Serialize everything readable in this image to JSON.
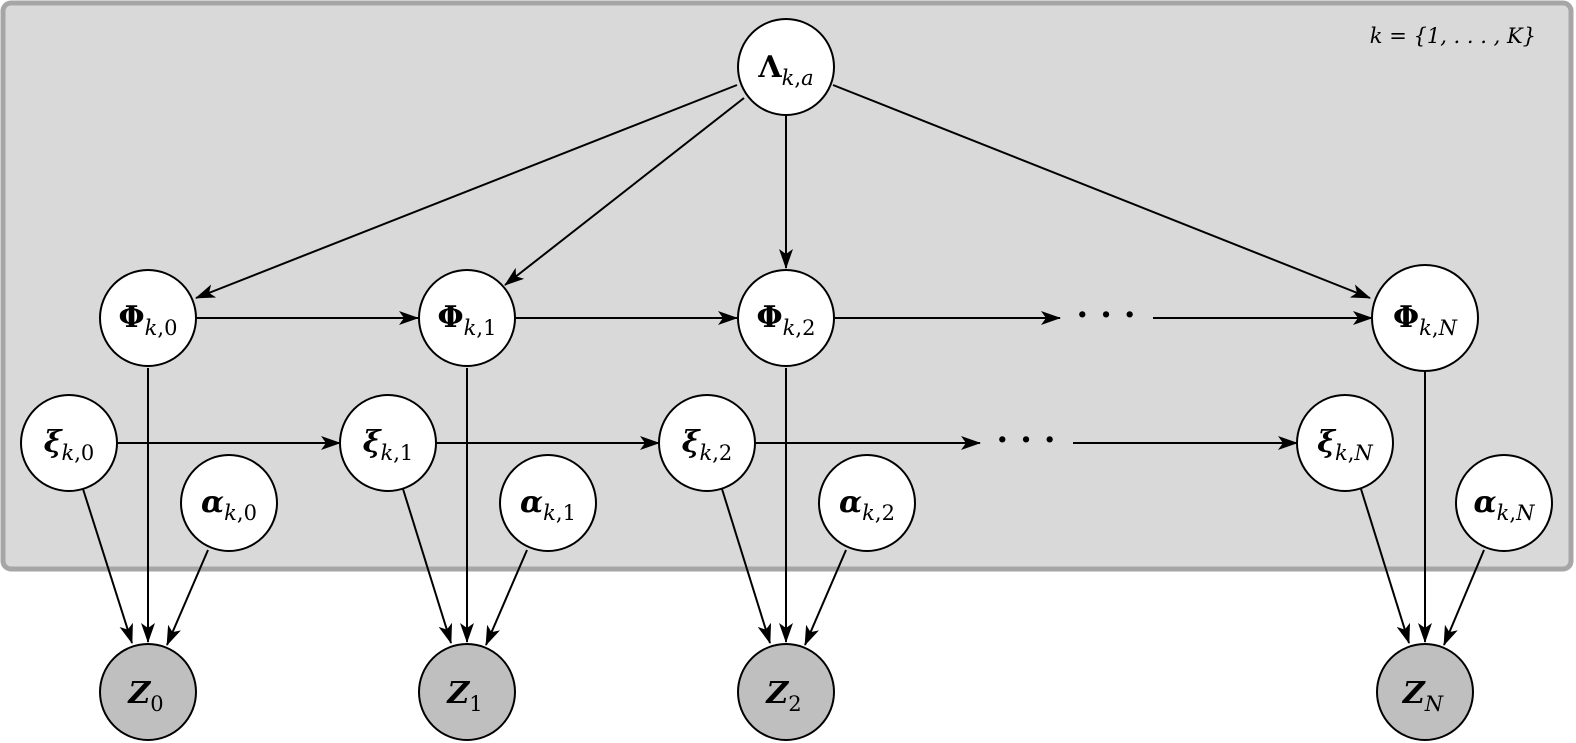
{
  "plate": {
    "label": "k = {1, . . . , K}"
  },
  "nodes": {
    "lambda": {
      "sym": "Λ",
      "sub1": "k",
      "sub2": ",",
      "sub3": "a"
    },
    "phi0": {
      "sym": "Φ",
      "sub1": "k",
      "sub2": ",",
      "sub3": "0"
    },
    "phi1": {
      "sym": "Φ",
      "sub1": "k",
      "sub2": ",",
      "sub3": "1"
    },
    "phi2": {
      "sym": "Φ",
      "sub1": "k",
      "sub2": ",",
      "sub3": "2"
    },
    "phiN": {
      "sym": "Φ",
      "sub1": "k",
      "sub2": ",",
      "sub3": "N"
    },
    "xi0": {
      "sym": "ξ",
      "sub1": "k",
      "sub2": ",",
      "sub3": "0"
    },
    "xi1": {
      "sym": "ξ",
      "sub1": "k",
      "sub2": ",",
      "sub3": "1"
    },
    "xi2": {
      "sym": "ξ",
      "sub1": "k",
      "sub2": ",",
      "sub3": "2"
    },
    "xiN": {
      "sym": "ξ",
      "sub1": "k",
      "sub2": ",",
      "sub3": "N"
    },
    "alpha0": {
      "sym": "α",
      "sub1": "k",
      "sub2": ",",
      "sub3": "0"
    },
    "alpha1": {
      "sym": "α",
      "sub1": "k",
      "sub2": ",",
      "sub3": "1"
    },
    "alpha2": {
      "sym": "α",
      "sub1": "k",
      "sub2": ",",
      "sub3": "2"
    },
    "alphaN": {
      "sym": "α",
      "sub1": "k",
      "sub2": ",",
      "sub3": "N"
    },
    "z0": {
      "sym": "Z",
      "sub": "0"
    },
    "z1": {
      "sym": "Z",
      "sub": "1"
    },
    "z2": {
      "sym": "Z",
      "sub": "2"
    },
    "zN": {
      "sym": "Z",
      "sub": "N"
    }
  },
  "ellipsis": {
    "phi_row": "· · ·",
    "xi_row": "· · ·"
  },
  "colors": {
    "plate_fill": "#d9d9d9",
    "plate_border": "#a6a6a6",
    "observed_node_fill": "#bfbfbf",
    "latent_node_fill": "#ffffff"
  }
}
